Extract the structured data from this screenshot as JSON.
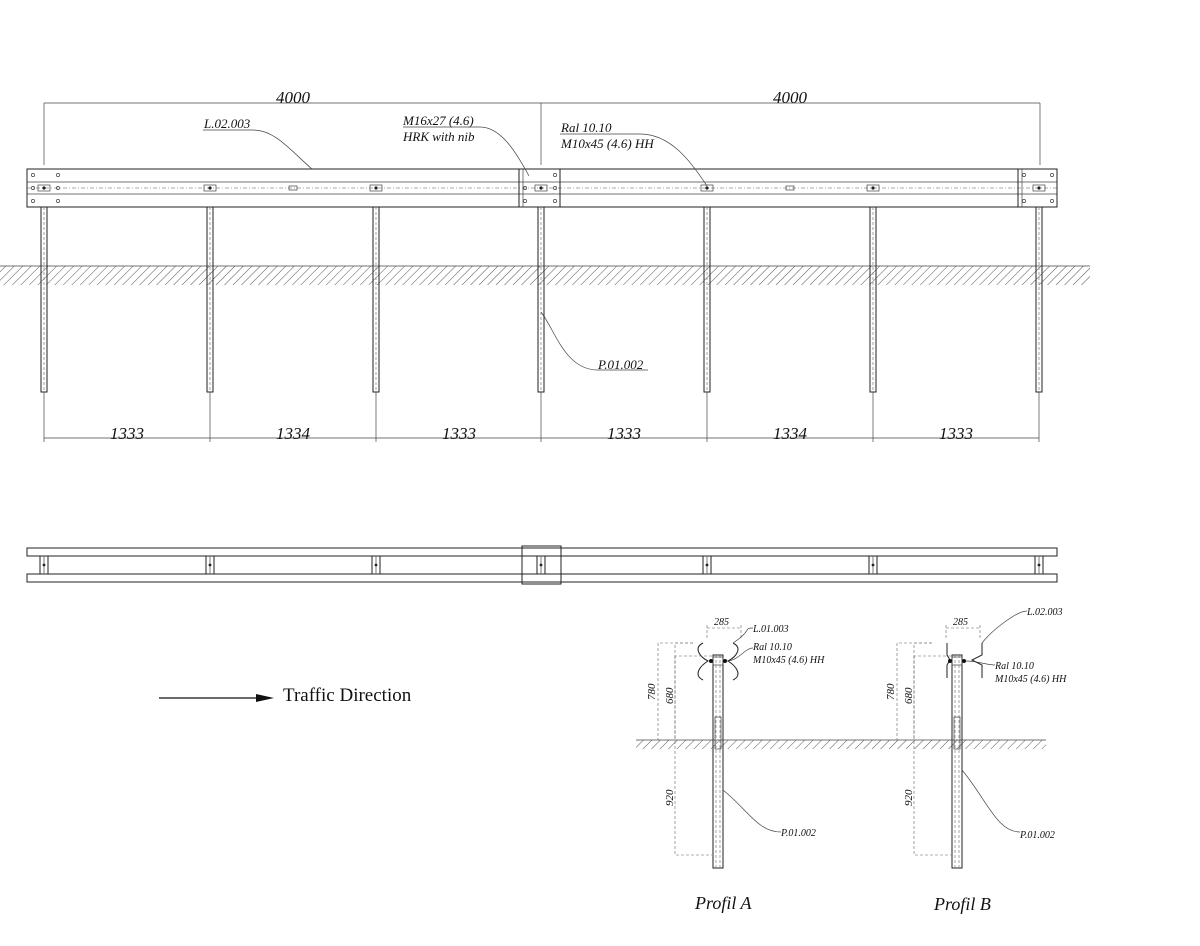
{
  "elevation": {
    "overall_dimensions": [
      "4000",
      "4000"
    ],
    "post_spacings": [
      "1333",
      "1334",
      "1333",
      "1333",
      "1334",
      "1333"
    ],
    "labels": {
      "rail": "L.02.003",
      "splice_bolt_line1": "M16x27 (4.6)",
      "splice_bolt_line2": "HRK with nib",
      "post_bolt_line1": "Ral 10.10",
      "post_bolt_line2": "M10x45 (4.6) HH",
      "post": "P.01.002"
    }
  },
  "legend": {
    "traffic_direction": "Traffic Direction"
  },
  "profiles": [
    {
      "title": "Profil A",
      "width": "285",
      "rail": "L.01.003",
      "bolt_line1": "Ral 10.10",
      "bolt_line2": "M10x45 (4.6) HH",
      "post": "P.01.002",
      "height_top": "780",
      "height_bolt": "680",
      "embed": "920"
    },
    {
      "title": "Profil B",
      "width": "285",
      "rail": "L.02.003",
      "bolt_line1": "Ral 10.10",
      "bolt_line2": "M10x45 (4.6) HH",
      "post": "P.01.002",
      "height_top": "780",
      "height_bolt": "680",
      "embed": "920"
    }
  ]
}
